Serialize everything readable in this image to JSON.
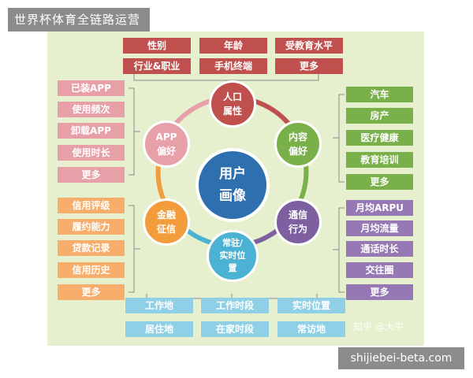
{
  "header": {
    "site_label": "世界杯体育全链路运营"
  },
  "watermark": {
    "text": "shijiebei-beta.com"
  },
  "diagram": {
    "center": {
      "line1": "用户",
      "line2": "画像"
    },
    "nodes": {
      "population": {
        "line1": "人口",
        "line2": "属性",
        "color": "#c0504d"
      },
      "content": {
        "line1": "内容",
        "line2": "偏好",
        "color": "#7ab04a"
      },
      "telecom": {
        "line1": "通信",
        "line2": "行为",
        "color": "#7e5fa0"
      },
      "location": {
        "line1": "常驻/",
        "line2": "实时位",
        "line3": "置",
        "color": "#4cb2d3"
      },
      "finance": {
        "line1": "金融",
        "line2": "征信",
        "color": "#f39c3c"
      },
      "app": {
        "line1": "APP",
        "line2": "偏好",
        "color": "#e8a0a8"
      }
    },
    "center_color": "#2e6fb0",
    "ring_colors": [
      "#c0504d",
      "#7ab04a",
      "#7e5fa0",
      "#4cb2d3",
      "#f39c3c",
      "#e8a0a8"
    ],
    "population_tags": [
      "性别",
      "年龄",
      "受教育水平",
      "行业&职业",
      "手机终端",
      "更多"
    ],
    "app_tags": [
      "已装APP",
      "使用频次",
      "卸载APP",
      "使用时长",
      "更多"
    ],
    "finance_tags": [
      "信用评级",
      "履约能力",
      "贷款记录",
      "信用历史",
      "更多"
    ],
    "content_tags": [
      "汽车",
      "房产",
      "医疗健康",
      "教育培训",
      "更多"
    ],
    "telecom_tags": [
      "月均ARPU",
      "月均流量",
      "通话时长",
      "交往圈",
      "更多"
    ],
    "location_tags": [
      "工作地",
      "工作时段",
      "实时位置",
      "居住地",
      "在家时段",
      "常访地"
    ],
    "credit": "知乎 @大牛"
  }
}
